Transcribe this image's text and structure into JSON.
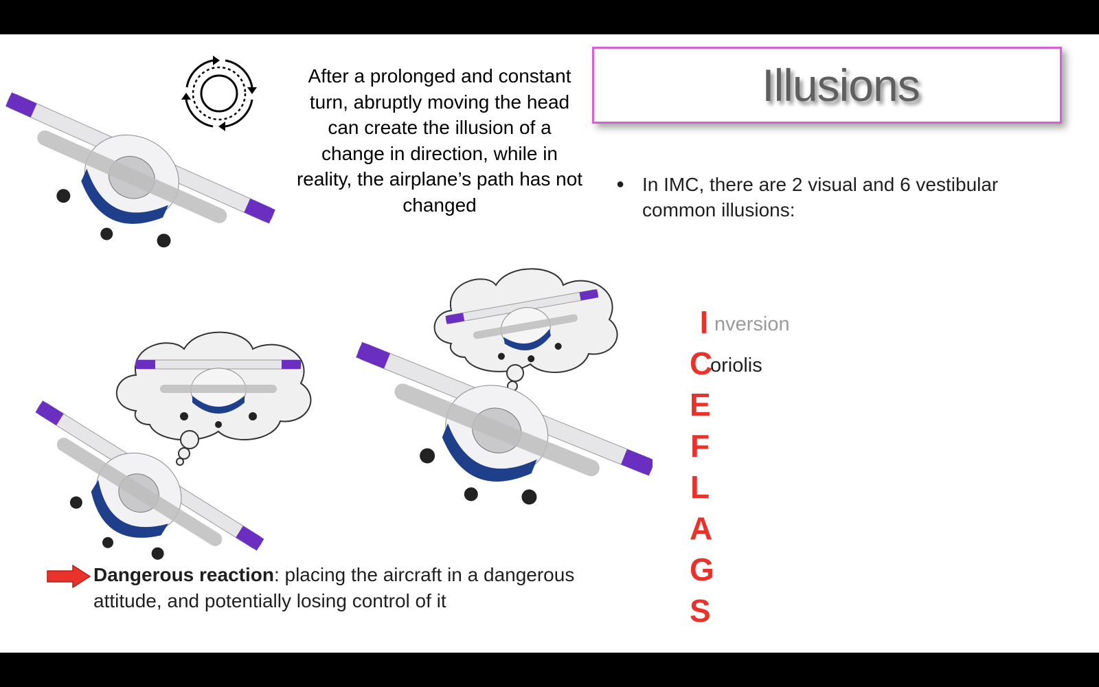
{
  "slide": {
    "title": "Illusions",
    "description": "After a prolonged and constant turn, abruptly moving the head can create the illusion of a change in direction, while in reality, the airplane’s path has not changed",
    "bullets": [
      "In IMC, there are 2 visual and 6 vestibular common illusions:"
    ],
    "mnemonic": [
      {
        "letter": "I",
        "rest": "nversion",
        "state": "past"
      },
      {
        "letter": "C",
        "rest": "oriolis",
        "state": "current"
      },
      {
        "letter": "E",
        "rest": "",
        "state": "pending"
      },
      {
        "letter": "F",
        "rest": "",
        "state": "pending"
      },
      {
        "letter": "L",
        "rest": "",
        "state": "pending"
      },
      {
        "letter": "A",
        "rest": "",
        "state": "pending"
      },
      {
        "letter": "G",
        "rest": "",
        "state": "pending"
      },
      {
        "letter": "S",
        "rest": "",
        "state": "pending"
      }
    ],
    "note_bold": "Dangerous reaction",
    "note_rest": ": placing the aircraft in a dangerous attitude, and potentially losing control of it"
  },
  "colors": {
    "accent_red": "#e8322a",
    "title_border": "#d65fd6",
    "plane_purple": "#6a2fc0",
    "plane_navy": "#1f3f8a"
  },
  "icons": [
    "turn-arrows-icon",
    "arrow-right-icon",
    "airplane-icon",
    "thought-cloud-icon"
  ]
}
